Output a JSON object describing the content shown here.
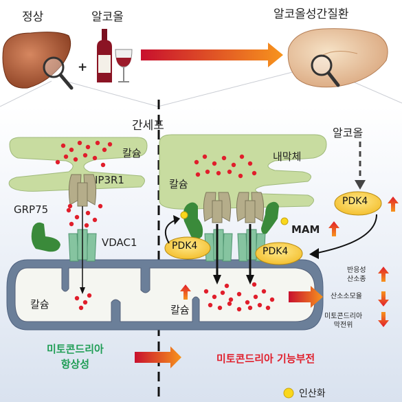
{
  "top": {
    "normal_label": "정상",
    "alcohol_label": "알코올",
    "disease_label": "알코올성간질환",
    "plus_sign": "+"
  },
  "cell": {
    "hepatocyte_label": "간세포",
    "er_label": "내막체",
    "alcohol_label": "알코올",
    "mam_label": "MAM",
    "calcium_label": "칼슘",
    "ip3r1_label": "IP3R1",
    "grp75_label": "GRP75",
    "vdac1_label": "VDAC1",
    "pdk4_label": "PDK4"
  },
  "effects": {
    "ros_line1": "반응성",
    "ros_line2": "산소종",
    "oxygen_consumption": "산소소모율",
    "mmp_line1": "미토콘드리아",
    "mmp_line2": "막전위"
  },
  "bottom": {
    "homeostasis_line1": "미토콘드리아",
    "homeostasis_line2": "항상성",
    "dysfunction": "미토콘드리아 기능부전",
    "oxidation_legend": "인산화"
  },
  "colors": {
    "er_fill": "#c8dca0",
    "mito_fill": "#6b7f99",
    "calcium": "#e01e2b",
    "pdk4_fill": "#f7c843",
    "homeostasis_text": "#1f9d55",
    "dysfunction_text": "#e01e2b"
  }
}
